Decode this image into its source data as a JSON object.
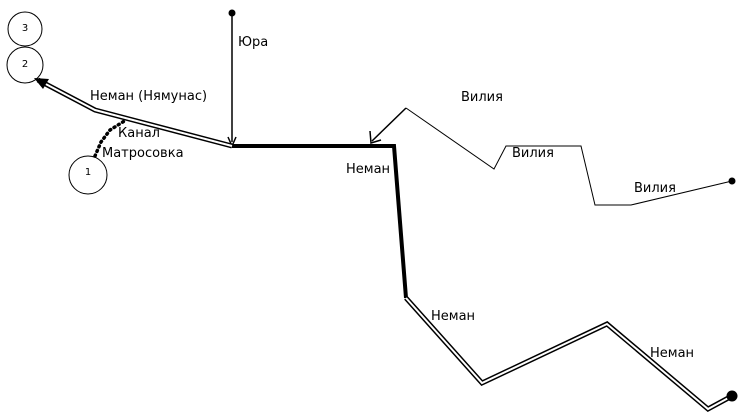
{
  "diagram": {
    "rivers": {
      "yura": "Юра",
      "neman_lower_name": "Неман (Нямунас)",
      "canal": "Канал",
      "canal_name": "Матросовка",
      "viliya_1": "Вилия",
      "viliya_2": "Вилия",
      "viliya_3": "Вилия",
      "neman_1": "Неман",
      "neman_2": "Неман",
      "neman_3": "Неман"
    },
    "nodes": {
      "n1": "1",
      "n2": "2",
      "n3": "3"
    }
  }
}
